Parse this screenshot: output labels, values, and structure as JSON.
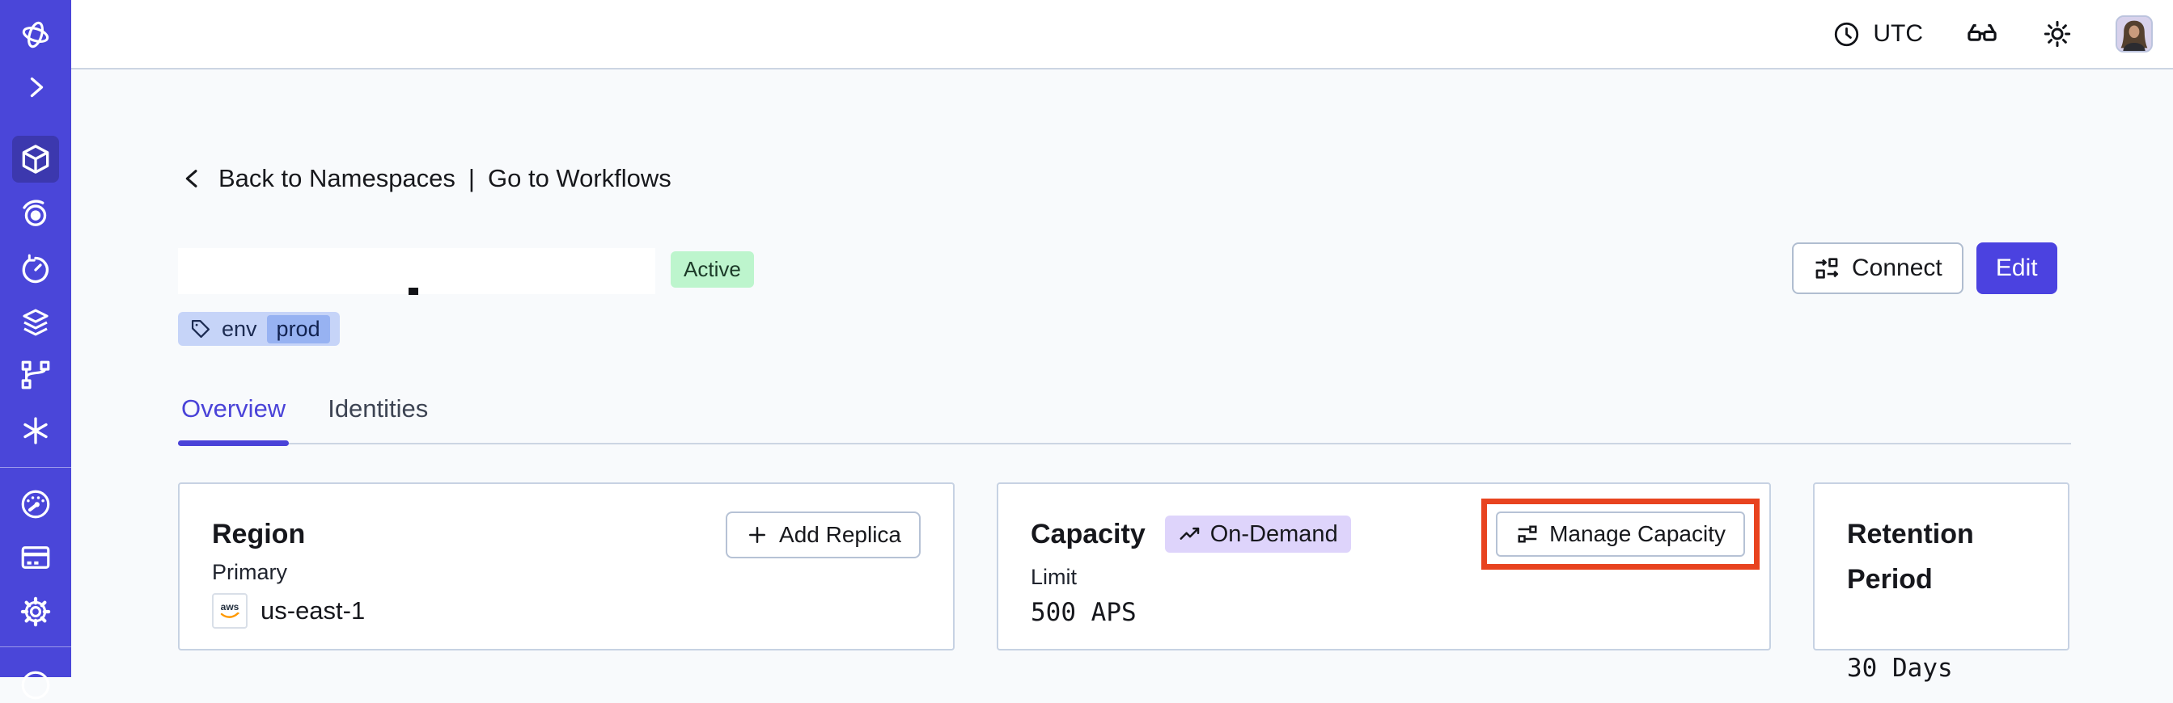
{
  "topbar": {
    "timezone": "UTC"
  },
  "sidebar": {
    "items": [
      "temporal-logo",
      "expand",
      "namespaces",
      "workflows",
      "schedules",
      "deployments",
      "nexus",
      "batch-operations",
      "usage",
      "billing",
      "settings",
      "support"
    ],
    "active_item": "namespaces"
  },
  "breadcrumb": {
    "back": "Back to Namespaces",
    "separator": "|",
    "forward": "Go to Workflows"
  },
  "header": {
    "title_redacted": "",
    "status_badge": "Active",
    "tag_key": "env",
    "tag_value": "prod",
    "connect_label": "Connect",
    "edit_label": "Edit"
  },
  "tabs": [
    {
      "label": "Overview",
      "active": true
    },
    {
      "label": "Identities",
      "active": false
    }
  ],
  "cards": {
    "region": {
      "title": "Region",
      "action": "Add Replica",
      "label": "Primary",
      "provider": "aws",
      "value": "us-east-1"
    },
    "capacity": {
      "title": "Capacity",
      "badge": "On-Demand",
      "action": "Manage Capacity",
      "label": "Limit",
      "value": "500 APS"
    },
    "retention": {
      "title": "Retention Period",
      "value": "30 Days"
    }
  },
  "colors": {
    "sidebar": "#4a46d9",
    "sidebar_active": "#3c38ae",
    "primary_button": "#4b42e0",
    "tab_accent": "#4a43d8",
    "status_badge_bg": "#bdf5cd",
    "on_demand_badge_bg": "#ded4fb",
    "tag_outer_bg": "#c6d4f8",
    "tag_inner_bg": "#97b2f2",
    "annotation_red": "#e8431f",
    "page_bg": "#f8fafc",
    "card_border": "#c7d2e3",
    "aws_orange": "#f90"
  }
}
